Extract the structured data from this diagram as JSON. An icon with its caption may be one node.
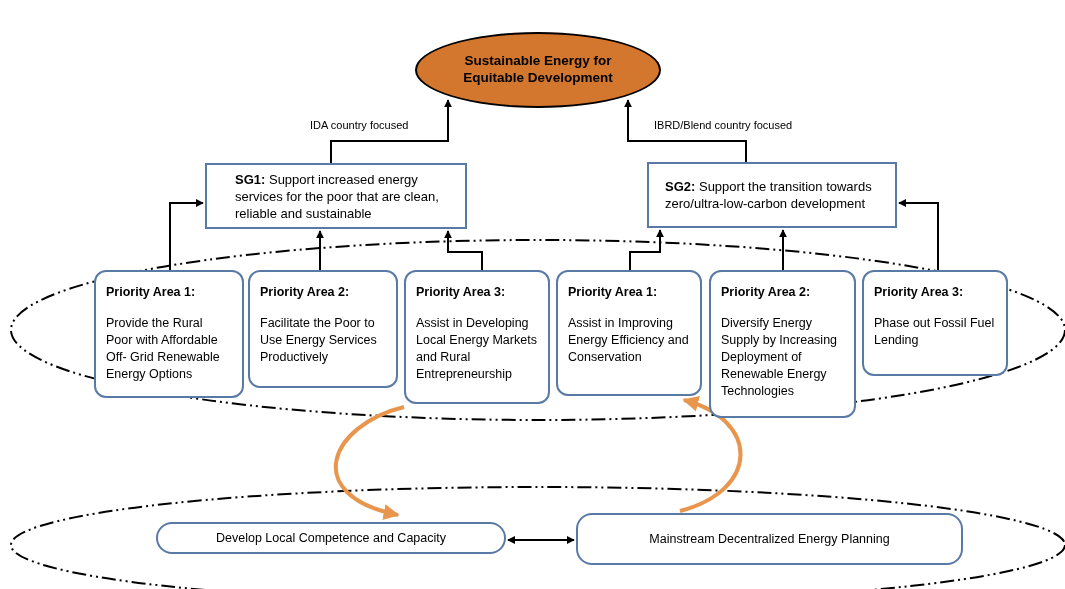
{
  "diagram": {
    "nodes": [
      {
        "text": [
          "Sustainable Energy for Equitable Development"
        ]
      },
      {
        "text": [
          "**SG1:** Support increased energy services for the poor that are clean, reliable and sustainable"
        ]
      },
      {
        "text": [
          "**SG2:** Support the transition towards zero/ultra-low-carbon development"
        ]
      },
      {
        "text": [
          "Priority Area 1:",
          "Provide the Rural Poor with Affordable Off- Grid Renewable Energy Options"
        ]
      },
      {
        "text": [
          "Priority Area 2:",
          "Facilitate the Poor to Use Energy Services Productively"
        ]
      },
      {
        "text": [
          "Priority Area 3:",
          "Assist in Developing Local Energy Markets and Rural Entrepreneurship"
        ]
      },
      {
        "text": [
          "Priority Area 1:",
          "Assist in Improving Energy Efficiency and Conservation"
        ]
      },
      {
        "text": [
          "Priority Area 2:",
          "Diversify Energy Supply by Increasing Deployment of Renewable Energy Technologies"
        ]
      },
      {
        "text": [
          "Priority Area 3:",
          "Phase out Fossil Fuel Lending"
        ]
      },
      {
        "text": [
          "Develop Local Competence and Capacity"
        ]
      },
      {
        "text": [
          "Mainstream Decentralized Energy Planning"
        ]
      }
    ],
    "edges": [
      {
        "from": 1,
        "to": 0,
        "arrow": "to",
        "label": "IDA country focused"
      },
      {
        "from": 2,
        "to": 0,
        "arrow": "to",
        "label": "IBRD/Blend country focused"
      },
      {
        "from": 3,
        "to": 1,
        "arrow": "to"
      },
      {
        "from": 4,
        "to": 1,
        "arrow": "to"
      },
      {
        "from": 5,
        "to": 1,
        "arrow": "to"
      },
      {
        "from": 6,
        "to": 2,
        "arrow": "to"
      },
      {
        "from": 7,
        "to": 2,
        "arrow": "to"
      },
      {
        "from": 8,
        "to": 2,
        "arrow": "to"
      },
      {
        "from": 9,
        "to": 10,
        "arrow": "both"
      },
      {
        "from": 5,
        "to": 9,
        "arrow": "to",
        "style": "thick",
        "color": "#e8964e"
      },
      {
        "from": 10,
        "to": 6,
        "arrow": "to",
        "style": "thick",
        "color": "#e8964e"
      }
    ]
  }
}
